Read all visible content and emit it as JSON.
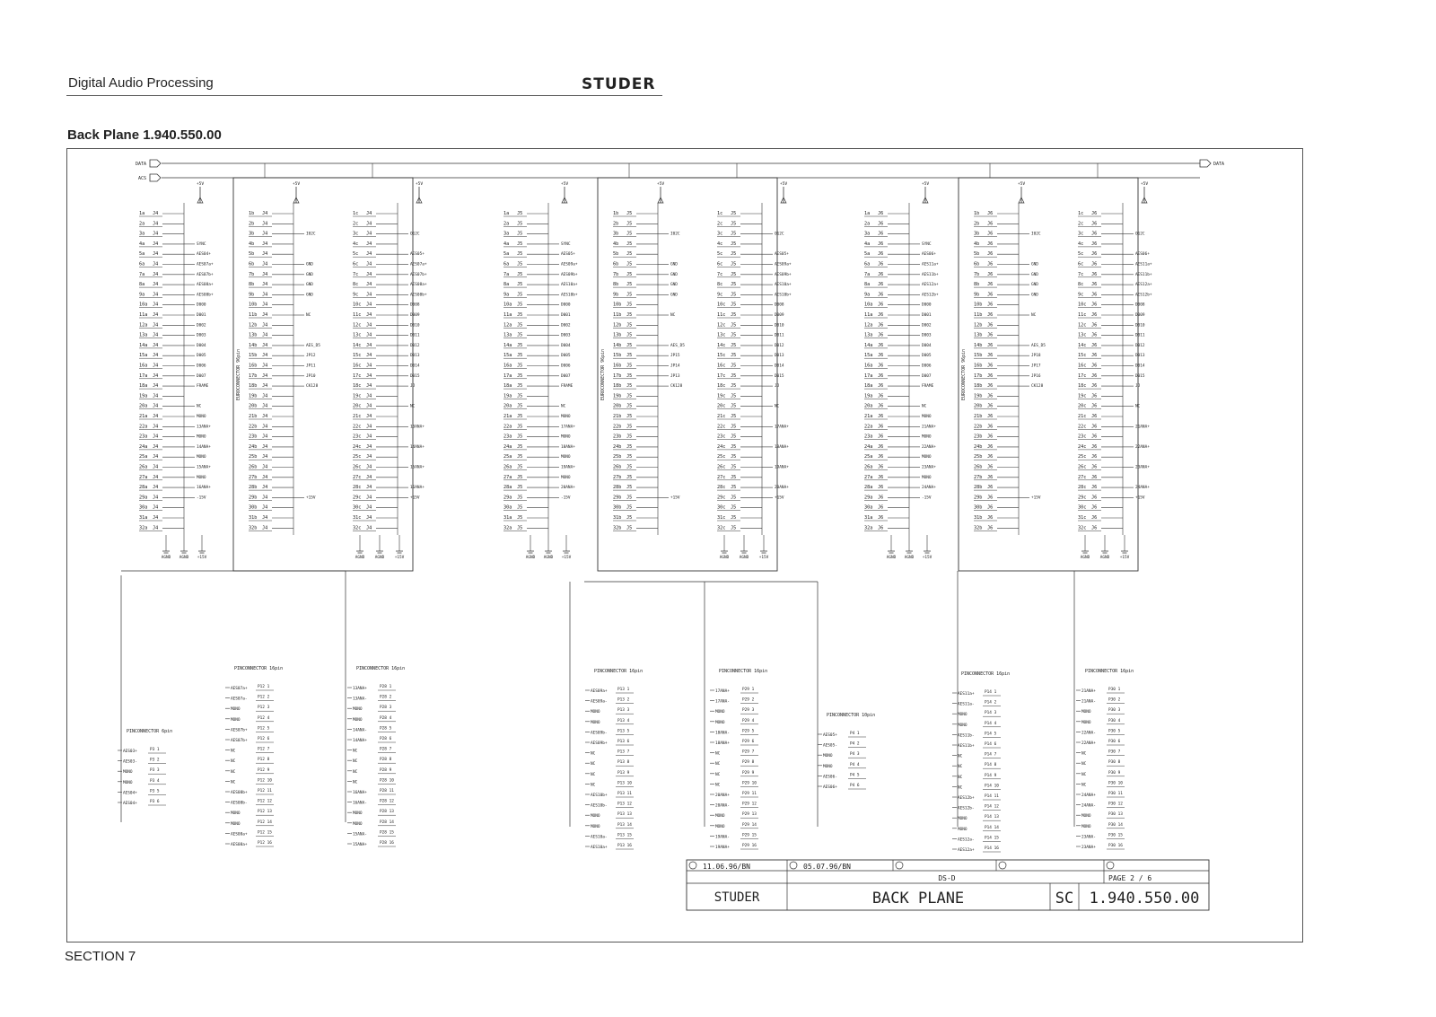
{
  "header": {
    "title": "Digital Audio Processing",
    "brand": "STUDER"
  },
  "section_title": "Back Plane  1.940.550.00",
  "footer": "SECTION 7",
  "bus": {
    "data_label": "DATA",
    "acs_label": "ACS"
  },
  "slots": [
    {
      "connector": "J4",
      "col_a": [
        "1a",
        "2a",
        "3a",
        "4a",
        "5a",
        "6a",
        "7a",
        "8a",
        "9a",
        "10a",
        "11a",
        "12a",
        "13a",
        "14a",
        "15a",
        "16a",
        "17a",
        "18a",
        "19a",
        "20a",
        "21a",
        "22a",
        "23a",
        "24a",
        "25a",
        "26a",
        "27a",
        "28a",
        "29a",
        "30a",
        "31a",
        "32a"
      ],
      "col_a_signals": [
        "",
        "",
        "",
        "SYNC",
        "AES04+",
        "AES07a+",
        "AES07b+",
        "AES08a+",
        "AES08b+",
        "D000",
        "D001",
        "D002",
        "D003",
        "D004",
        "D005",
        "D006",
        "D007",
        "FRAME",
        "",
        "NC",
        "MONO",
        "13ANA+",
        "MONO",
        "14ANA+",
        "MONO",
        "15ANA+",
        "MONO",
        "16ANA+",
        "-15V",
        "",
        "",
        ""
      ],
      "col_b_label": "EUROCONNECTOR 96pin",
      "col_b_signals": [
        "",
        "",
        "I02C",
        "",
        "",
        "GND",
        "GND",
        "GND",
        "GND",
        "",
        "NC",
        "",
        "",
        "AES_D5",
        "JP12",
        "JP11",
        "JP10",
        "CK128",
        "",
        "",
        "",
        "",
        "",
        "",
        "",
        "",
        "",
        "",
        "+15V",
        "",
        "",
        ""
      ],
      "col_c_signals": [
        "",
        "",
        "O12C",
        "",
        "AES05+",
        "AES07a+",
        "AES07b+",
        "AES08a+",
        "AES08b+",
        "D008",
        "D009",
        "D010",
        "D011",
        "D012",
        "D013",
        "D014",
        "D015",
        "JJ",
        "",
        "NC",
        "",
        "13ANA+",
        "",
        "14ANA+",
        "",
        "15ANA+",
        "",
        "16ANA+",
        "+15V",
        "",
        "",
        ""
      ],
      "bottom_labels": [
        "AGND",
        "AGND",
        "+15V",
        "AGND",
        "AGND",
        "+15V"
      ]
    },
    {
      "connector": "J5",
      "col_a": [
        "1a",
        "2a",
        "3a",
        "4a",
        "5a",
        "6a",
        "7a",
        "8a",
        "9a",
        "10a",
        "11a",
        "12a",
        "13a",
        "14a",
        "15a",
        "16a",
        "17a",
        "18a",
        "19a",
        "20a",
        "21a",
        "22a",
        "23a",
        "24a",
        "25a",
        "26a",
        "27a",
        "28a",
        "29a",
        "30a",
        "31a",
        "32a"
      ],
      "col_a_signals": [
        "",
        "",
        "",
        "SYNC",
        "AES05+",
        "AES09a+",
        "AES09b+",
        "AES10a+",
        "AES10b+",
        "D000",
        "D001",
        "D002",
        "D003",
        "D004",
        "D005",
        "D006",
        "D007",
        "FRAME",
        "",
        "NC",
        "MONO",
        "17ANA+",
        "MONO",
        "18ANA+",
        "MONO",
        "19ANA+",
        "MONO",
        "20ANA+",
        "-15V",
        "",
        "",
        ""
      ],
      "col_b_label": "EUROCONNECTOR 96pin",
      "col_b_signals": [
        "",
        "",
        "I02C",
        "",
        "",
        "GND",
        "GND",
        "GND",
        "GND",
        "",
        "NC",
        "",
        "",
        "AES_D5",
        "JP15",
        "JP14",
        "JP13",
        "CK128",
        "",
        "",
        "",
        "",
        "",
        "",
        "",
        "",
        "",
        "",
        "+15V",
        "",
        "",
        ""
      ],
      "col_c_signals": [
        "",
        "",
        "O12C",
        "",
        "AES05+",
        "AES09a+",
        "AES09b+",
        "AES10a+",
        "AES10b+",
        "D008",
        "D009",
        "D010",
        "D011",
        "D012",
        "D013",
        "D014",
        "D015",
        "JJ",
        "",
        "NC",
        "",
        "17ANA+",
        "",
        "18ANA+",
        "",
        "19ANA+",
        "",
        "20ANA+",
        "+15V",
        "",
        "",
        ""
      ],
      "bottom_labels": [
        "AGND",
        "AGND",
        "+15V",
        "AGND",
        "AGND",
        "+15V"
      ]
    },
    {
      "connector": "J6",
      "col_a": [
        "1a",
        "2a",
        "3a",
        "4a",
        "5a",
        "6a",
        "7a",
        "8a",
        "9a",
        "10a",
        "11a",
        "12a",
        "13a",
        "14a",
        "15a",
        "16a",
        "17a",
        "18a",
        "19a",
        "20a",
        "21a",
        "22a",
        "23a",
        "24a",
        "25a",
        "26a",
        "27a",
        "28a",
        "29a",
        "30a",
        "31a",
        "32a"
      ],
      "col_a_signals": [
        "",
        "",
        "",
        "SYNC",
        "AES06+",
        "AES11a+",
        "AES11b+",
        "AES12a+",
        "AES12b+",
        "D000",
        "D001",
        "D002",
        "D003",
        "D004",
        "D005",
        "D006",
        "D007",
        "FRAME",
        "",
        "NC",
        "MONO",
        "21ANA+",
        "MONO",
        "22ANA+",
        "MONO",
        "23ANA+",
        "MONO",
        "24ANA+",
        "-15V",
        "",
        "",
        ""
      ],
      "col_b_label": "EUROCONNECTOR 96pin",
      "col_b_signals": [
        "",
        "",
        "I02C",
        "",
        "",
        "GND",
        "GND",
        "GND",
        "GND",
        "",
        "NC",
        "",
        "",
        "AES_D5",
        "JP18",
        "JP17",
        "JP16",
        "CK128",
        "",
        "",
        "",
        "",
        "",
        "",
        "",
        "",
        "",
        "",
        "+15V",
        "",
        "",
        ""
      ],
      "col_c_signals": [
        "",
        "",
        "O12C",
        "",
        "AES06+",
        "AES11a+",
        "AES11b+",
        "AES12a+",
        "AES12b+",
        "D008",
        "D009",
        "D010",
        "D011",
        "D012",
        "D013",
        "D014",
        "D015",
        "JJ",
        "",
        "NC",
        "",
        "21ANA+",
        "",
        "22ANA+",
        "",
        "23ANA+",
        "",
        "24ANA+",
        "+15V",
        "",
        "",
        ""
      ],
      "bottom_labels": [
        "AGND",
        "AGND",
        "+15V",
        "AGND",
        "AGND",
        "+15V"
      ]
    }
  ],
  "pin_connectors": [
    {
      "title": "PINCONNECTOR 6pin",
      "pins": [
        {
          "sig": "AES03+",
          "pin": "P3 1"
        },
        {
          "sig": "AES03-",
          "pin": "P3 2"
        },
        {
          "sig": "MONO",
          "pin": "P3 3"
        },
        {
          "sig": "MONO",
          "pin": "P3 4"
        },
        {
          "sig": "AES04+",
          "pin": "P3 5"
        },
        {
          "sig": "AES04+",
          "pin": "P3 6"
        }
      ]
    },
    {
      "title": "PINCONNECTOR 16pin",
      "pins": [
        {
          "sig": "AES07a+",
          "pin": "P12 1"
        },
        {
          "sig": "AES07a-",
          "pin": "P12 2"
        },
        {
          "sig": "MONO",
          "pin": "P12 3"
        },
        {
          "sig": "MONO",
          "pin": "P12 4"
        },
        {
          "sig": "AES07b+",
          "pin": "P12 5"
        },
        {
          "sig": "AES07b+",
          "pin": "P12 6"
        },
        {
          "sig": "NC",
          "pin": "P12 7"
        },
        {
          "sig": "NC",
          "pin": "P12 8"
        },
        {
          "sig": "NC",
          "pin": "P12 9"
        },
        {
          "sig": "NC",
          "pin": "P12 10"
        },
        {
          "sig": "AES08b+",
          "pin": "P12 11"
        },
        {
          "sig": "AES08b-",
          "pin": "P12 12"
        },
        {
          "sig": "MONO",
          "pin": "P12 13"
        },
        {
          "sig": "MONO",
          "pin": "P12 14"
        },
        {
          "sig": "AES08a+",
          "pin": "P12 15"
        },
        {
          "sig": "AES08a+",
          "pin": "P12 16"
        }
      ]
    },
    {
      "title": "PINCONNECTOR 16pin",
      "pins": [
        {
          "sig": "13ANA+",
          "pin": "P28 1"
        },
        {
          "sig": "13ANA-",
          "pin": "P28 2"
        },
        {
          "sig": "MONO",
          "pin": "P28 3"
        },
        {
          "sig": "MONO",
          "pin": "P28 4"
        },
        {
          "sig": "14ANA-",
          "pin": "P28 5"
        },
        {
          "sig": "14ANA+",
          "pin": "P28 6"
        },
        {
          "sig": "NC",
          "pin": "P28 7"
        },
        {
          "sig": "NC",
          "pin": "P28 8"
        },
        {
          "sig": "NC",
          "pin": "P28 9"
        },
        {
          "sig": "NC",
          "pin": "P28 10"
        },
        {
          "sig": "16ANA+",
          "pin": "P28 11"
        },
        {
          "sig": "16ANA-",
          "pin": "P28 12"
        },
        {
          "sig": "MONO",
          "pin": "P28 13"
        },
        {
          "sig": "MONO",
          "pin": "P28 14"
        },
        {
          "sig": "15ANA-",
          "pin": "P28 15"
        },
        {
          "sig": "15ANA+",
          "pin": "P28 16"
        }
      ]
    },
    {
      "title": "PINCONNECTOR 16pin",
      "pins": [
        {
          "sig": "AES09a+",
          "pin": "P13 1"
        },
        {
          "sig": "AES09a-",
          "pin": "P13 2"
        },
        {
          "sig": "MONO",
          "pin": "P13 3"
        },
        {
          "sig": "MONO",
          "pin": "P13 4"
        },
        {
          "sig": "AES09b-",
          "pin": "P13 5"
        },
        {
          "sig": "AES09b+",
          "pin": "P13 6"
        },
        {
          "sig": "NC",
          "pin": "P13 7"
        },
        {
          "sig": "NC",
          "pin": "P13 8"
        },
        {
          "sig": "NC",
          "pin": "P13 9"
        },
        {
          "sig": "NC",
          "pin": "P13 10"
        },
        {
          "sig": "AES10b+",
          "pin": "P13 11"
        },
        {
          "sig": "AES10b-",
          "pin": "P13 12"
        },
        {
          "sig": "MONO",
          "pin": "P13 13"
        },
        {
          "sig": "MONO",
          "pin": "P13 14"
        },
        {
          "sig": "AES10a-",
          "pin": "P13 15"
        },
        {
          "sig": "AES10a+",
          "pin": "P13 16"
        }
      ]
    },
    {
      "title": "PINCONNECTOR 16pin",
      "pins": [
        {
          "sig": "17ANA+",
          "pin": "P29 1"
        },
        {
          "sig": "17ANA-",
          "pin": "P29 2"
        },
        {
          "sig": "MONO",
          "pin": "P29 3"
        },
        {
          "sig": "MONO",
          "pin": "P29 4"
        },
        {
          "sig": "18ANA-",
          "pin": "P29 5"
        },
        {
          "sig": "18ANA+",
          "pin": "P29 6"
        },
        {
          "sig": "NC",
          "pin": "P29 7"
        },
        {
          "sig": "NC",
          "pin": "P29 8"
        },
        {
          "sig": "NC",
          "pin": "P29 9"
        },
        {
          "sig": "NC",
          "pin": "P29 10"
        },
        {
          "sig": "20ANA+",
          "pin": "P29 11"
        },
        {
          "sig": "20ANA-",
          "pin": "P29 12"
        },
        {
          "sig": "MONO",
          "pin": "P29 13"
        },
        {
          "sig": "MONO",
          "pin": "P29 14"
        },
        {
          "sig": "19ANA-",
          "pin": "P29 15"
        },
        {
          "sig": "19ANA+",
          "pin": "P29 16"
        }
      ]
    },
    {
      "title": "PINCONNECTOR 10pin",
      "pins": [
        {
          "sig": "AES05+",
          "pin": "P4 1"
        },
        {
          "sig": "AES05-",
          "pin": "P4 2"
        },
        {
          "sig": "MONO",
          "pin": "P4 3"
        },
        {
          "sig": "MONO",
          "pin": "P4 4"
        },
        {
          "sig": "AES06-",
          "pin": "P4 5"
        },
        {
          "sig": "AES06+",
          "pin": "P4 6"
        }
      ]
    },
    {
      "title": "PINCONNECTOR 16pin",
      "pins": [
        {
          "sig": "AES11a+",
          "pin": "P14 1"
        },
        {
          "sig": "AES11a-",
          "pin": "P14 2"
        },
        {
          "sig": "MONO",
          "pin": "P14 3"
        },
        {
          "sig": "MONO",
          "pin": "P14 4"
        },
        {
          "sig": "AES11b-",
          "pin": "P14 5"
        },
        {
          "sig": "AES11b+",
          "pin": "P14 6"
        },
        {
          "sig": "NC",
          "pin": "P14 7"
        },
        {
          "sig": "NC",
          "pin": "P14 8"
        },
        {
          "sig": "NC",
          "pin": "P14 9"
        },
        {
          "sig": "NC",
          "pin": "P14 10"
        },
        {
          "sig": "AES12b+",
          "pin": "P14 11"
        },
        {
          "sig": "AES12b-",
          "pin": "P14 12"
        },
        {
          "sig": "MONO",
          "pin": "P14 13"
        },
        {
          "sig": "MONO",
          "pin": "P14 14"
        },
        {
          "sig": "AES12a-",
          "pin": "P14 15"
        },
        {
          "sig": "AES12a+",
          "pin": "P14 16"
        }
      ]
    },
    {
      "title": "PINCONNECTOR 16pin",
      "pins": [
        {
          "sig": "21ANA+",
          "pin": "P30 1"
        },
        {
          "sig": "21ANA-",
          "pin": "P30 2"
        },
        {
          "sig": "MONO",
          "pin": "P30 3"
        },
        {
          "sig": "MONO",
          "pin": "P30 4"
        },
        {
          "sig": "22ANA-",
          "pin": "P30 5"
        },
        {
          "sig": "22ANA+",
          "pin": "P30 6"
        },
        {
          "sig": "NC",
          "pin": "P30 7"
        },
        {
          "sig": "NC",
          "pin": "P30 8"
        },
        {
          "sig": "NC",
          "pin": "P30 9"
        },
        {
          "sig": "NC",
          "pin": "P30 10"
        },
        {
          "sig": "24ANA+",
          "pin": "P30 11"
        },
        {
          "sig": "24ANA-",
          "pin": "P30 12"
        },
        {
          "sig": "MONO",
          "pin": "P30 13"
        },
        {
          "sig": "MONO",
          "pin": "P30 14"
        },
        {
          "sig": "23ANA-",
          "pin": "P30 15"
        },
        {
          "sig": "23ANA+",
          "pin": "P30 16"
        }
      ]
    }
  ],
  "title_block": {
    "rev1": "11.06.96/BN",
    "rev2": "05.07.96/BN",
    "project": "DS-D",
    "page": "PAGE  2 / 6",
    "brand": "STUDER",
    "title": "BACK PLANE",
    "sc": "SC",
    "number": "1.940.550.00"
  }
}
